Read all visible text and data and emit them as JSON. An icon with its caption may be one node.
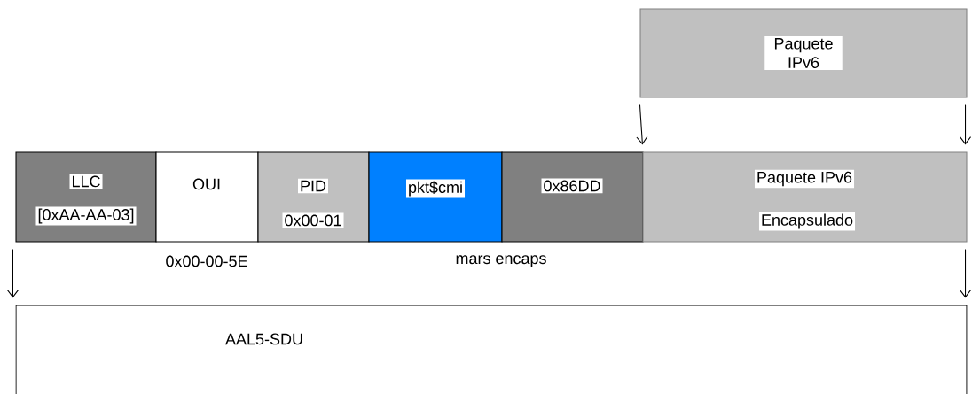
{
  "diagram": {
    "nodes": [
      {
        "text": [
          "Paquete IPv6"
        ]
      },
      {
        "text": [
          "LLC",
          "[0xAA-AA-03]"
        ]
      },
      {
        "text": [
          "OUI"
        ],
        "beside": [
          "0x00-00-5E"
        ]
      },
      {
        "text": [
          "PID",
          "0x00-01"
        ]
      },
      {
        "text": [
          "pkt$cmi"
        ],
        "beside": [
          "mars encaps"
        ]
      },
      {
        "text": [
          "0x86DD"
        ]
      },
      {
        "text": [
          "Paquete IPv6",
          "Encapsulado"
        ]
      },
      {
        "text": [
          "AAL5-SDU"
        ]
      }
    ],
    "edges": [
      {
        "from": 0,
        "to": 6,
        "arrow": "to"
      },
      {
        "from": 0,
        "to": 6,
        "arrow": "to"
      },
      {
        "from": 1,
        "to": 7,
        "arrow": "to"
      },
      {
        "from": 6,
        "to": 7,
        "arrow": "to"
      }
    ]
  }
}
